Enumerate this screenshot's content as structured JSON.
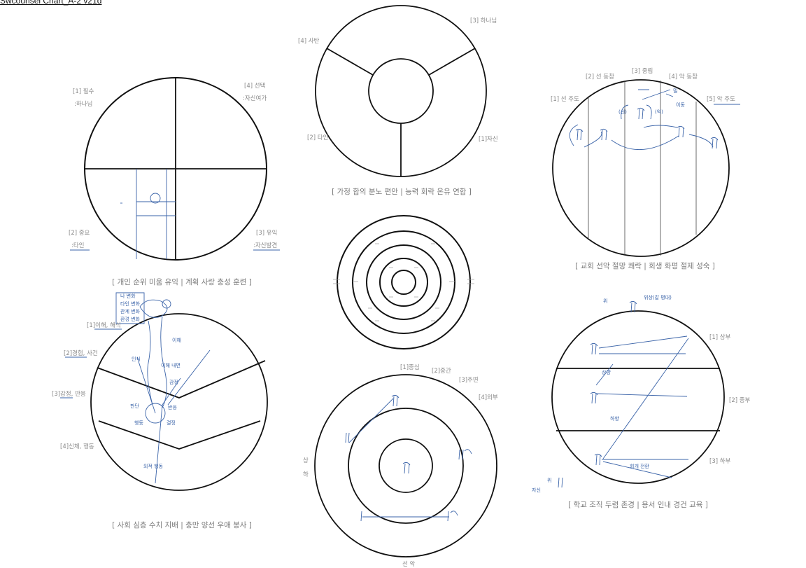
{
  "document": {
    "title": "Swcounsel Chart_A-2 v21d"
  },
  "chart_a": {
    "labels": [
      "[1] 필수",
      ":하나님",
      "[4] 선택",
      ":자신여가",
      "[2] 중요",
      ":타인",
      "[3] 유익",
      ":자신발견"
    ],
    "caption": "[ 개인 순위 미움 유익 | 계획 사랑 충성 훈련 ]"
  },
  "chart_b": {
    "labels": [
      "[3] 하나님",
      "[4] 사탄",
      "[2] 타인",
      "[1]자신"
    ],
    "caption": "[ 가정 합의 분노 편안 | 능력 회락 온유 연합 ]"
  },
  "chart_c": {
    "labels": [
      "[2] 선 동참",
      "[3] 중립",
      "[4] 악 동참",
      "[1] 선 주도",
      "[5] 악 주도"
    ],
    "caption": "[ 교회 선악 절망 쾌락 | 회생 화평 절제 성숙 ]"
  },
  "chart_d": {
    "labels": [
      "[1]이해, 해석",
      "[2]경험, 사건",
      "[3]감정, 반응",
      "[4]신체, 행동"
    ],
    "caption": "[ 사회 심층 수치 지배 | 충만 양선 우애 봉사 ]"
  },
  "chart_e": {
    "rings": 5
  },
  "chart_f": {
    "labels": [
      "[1]중심",
      "[2]중간",
      "[3]주변",
      "[4]외부",
      "상",
      "하",
      "선 악"
    ]
  },
  "chart_g": {
    "labels": [
      "[1] 상부",
      "[2] 중부",
      "[3] 하부"
    ],
    "caption": "[ 학교 조직 두렴 존경 | 용서 인내 경건 교육 ]"
  },
  "handwriting": {
    "d_top": [
      "나 변화",
      "타인 변화",
      "관계 변화",
      "환경 변화"
    ],
    "d_mid": [
      "인식",
      "이해 내면",
      "이해",
      "감정"
    ],
    "d_hub": [
      "판단",
      "반응",
      "행동",
      "결정"
    ],
    "d_bottom": "외적 행동",
    "g_top": "위",
    "g_top2": "위상(갈 평대)",
    "g_mid": "상향",
    "g_low": "하향",
    "g_bot": "회개 전환",
    "g_left": "자신",
    "g_left2": "위"
  }
}
